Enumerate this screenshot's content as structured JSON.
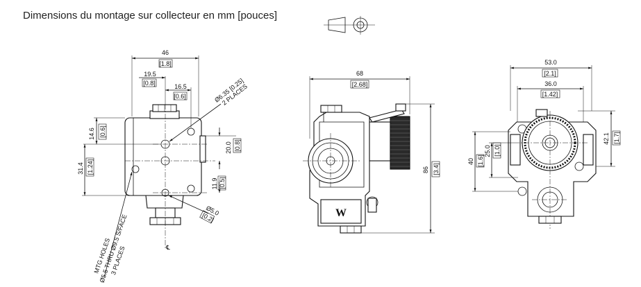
{
  "title": "Dimensions du montage sur collecteur en mm [pouces]",
  "projection_symbol": "third-angle-projection-icon",
  "side_view": {
    "width_mm": "46",
    "width_in": "[1.8]",
    "offset1_mm": "19.5",
    "offset1_in": "[0.8]",
    "offset2_mm": "16.5",
    "offset2_in": "[0.6]",
    "hole_label": "Ø6.35 [0.25]",
    "hole_places": "2 PLACES",
    "h1_mm": "14.6",
    "h1_in": "[0.6]",
    "h2_mm": "31.4",
    "h2_in": "[1.24]",
    "h3_mm": "20.0",
    "h3_in": "[0.8]",
    "h4_mm": "11.9",
    "h4_in": "[0.5]",
    "port_mm": "Ø5.0",
    "port_in": "[0.2]",
    "mtg_line1": "MTG HOLES",
    "mtg_line2": "Ø5.5 THRU Ø9.5 S/FACE",
    "mtg_line3": "3 PLACES",
    "centerline": "℄"
  },
  "front_view": {
    "width_mm": "68",
    "width_in": "[2.68]",
    "height_mm": "86",
    "height_in": "[3.4]",
    "logo": "W"
  },
  "end_view": {
    "width1_mm": "53.0",
    "width1_in": "[2.1]",
    "width2_mm": "36.0",
    "width2_in": "[1.42]",
    "h1_mm": "40",
    "h1_in": "[1.6]",
    "h2_mm": "25.0",
    "h2_in": "[1.0]",
    "h3_mm": "42.1",
    "h3_in": "[1.7]"
  }
}
